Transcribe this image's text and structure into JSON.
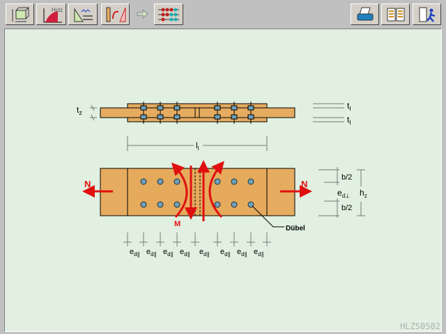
{
  "toolbar": {
    "left": [
      {
        "icon": "cross-section-icon"
      },
      {
        "icon": "material-holz-icon",
        "label": "Holz"
      },
      {
        "icon": "loads-icon"
      },
      {
        "icon": "stress-diagram-icon"
      },
      {
        "icon": "next-arrow-icon"
      },
      {
        "icon": "dowel-config-icon"
      }
    ],
    "right": [
      {
        "icon": "print-icon"
      },
      {
        "icon": "manual-book-icon"
      },
      {
        "icon": "exit-door-icon"
      }
    ]
  },
  "diagram": {
    "tz": "t",
    "tz_sub": "z",
    "tl": "t",
    "tl_sub": "l",
    "ll": "l",
    "ll_sub": "l",
    "N": "N",
    "M": "M",
    "dowel_label": "Dübel",
    "b2": "b/2",
    "ed_perp": "e",
    "ed_perp_sub": "d⊥",
    "hz": "h",
    "hz_sub": "z",
    "ed_par": "e",
    "ed_par_sub": "d∥"
  },
  "screen_code": "HLZS0502",
  "colors": {
    "wood": "#e6aa5c",
    "arrow": "#e01010",
    "dowel": "#6fa0b8",
    "panel": "#e1f0e0"
  }
}
